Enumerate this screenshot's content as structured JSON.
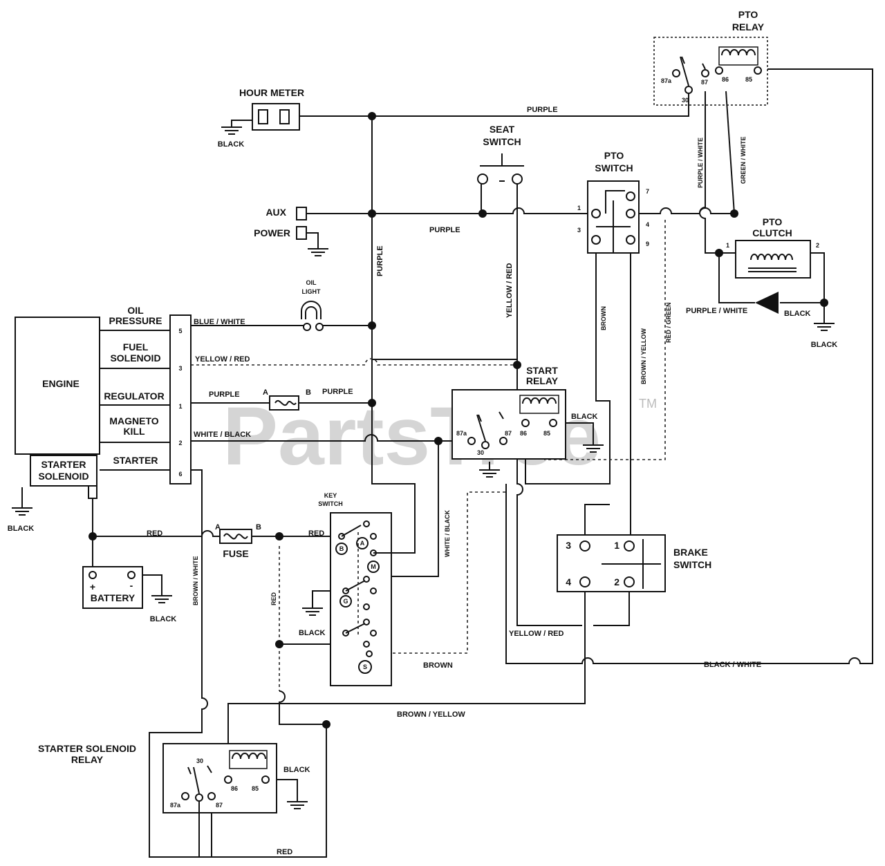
{
  "watermark": {
    "text": "PartsTree",
    "tm": "TM"
  },
  "components": {
    "hour_meter": "HOUR METER",
    "pto_relay": [
      "PTO",
      "RELAY"
    ],
    "seat_switch": [
      "SEAT",
      "SWITCH"
    ],
    "pto_switch": [
      "PTO",
      "SWITCH"
    ],
    "pto_clutch": [
      "PTO",
      "CLUTCH"
    ],
    "aux": "AUX",
    "power": "POWER",
    "oil_light": [
      "OIL",
      "LIGHT"
    ],
    "engine": "ENGINE",
    "starter_solenoid": [
      "STARTER",
      "SOLENOID"
    ],
    "start_relay": [
      "START",
      "RELAY"
    ],
    "key_switch": [
      "KEY",
      "SWITCH"
    ],
    "fuse": "FUSE",
    "battery": "BATTERY",
    "brake_switch": [
      "BRAKE",
      "SWITCH"
    ],
    "starter_solenoid_relay": [
      "STARTER SOLENOID",
      "RELAY"
    ]
  },
  "engine_terminals": [
    {
      "label": [
        "OIL",
        "PRESSURE"
      ],
      "pin": "5",
      "wire": "BLUE / WHITE"
    },
    {
      "label": [
        "FUEL",
        "SOLENOID"
      ],
      "pin": "3",
      "wire": "YELLOW / RED"
    },
    {
      "label": [
        "REGULATOR"
      ],
      "pin": "1",
      "wire": "PURPLE"
    },
    {
      "label": [
        "MAGNETO",
        "KILL"
      ],
      "pin": "2",
      "wire": "WHITE / BLACK"
    },
    {
      "label": [
        "STARTER"
      ],
      "pin": "6",
      "wire": ""
    }
  ],
  "relay_pins": {
    "p87a": "87a",
    "p87": "87",
    "p86": "86",
    "p85": "85",
    "p30": "30"
  },
  "pto_switch_pins": {
    "p1": "1",
    "p3": "3",
    "p4": "4",
    "p7": "7",
    "p9": "9"
  },
  "pto_clutch_pins": {
    "left": "1",
    "right": "2"
  },
  "brake_switch_pins": {
    "p1": "1",
    "p2": "2",
    "p3": "3",
    "p4": "4"
  },
  "key_switch_positions": {
    "b": "B",
    "a": "A",
    "m": "M",
    "g": "G",
    "s": "S"
  },
  "fuse_terminals": {
    "a": "A",
    "b": "B"
  },
  "battery_terminals": {
    "pos": "+",
    "neg": "-"
  },
  "wires": {
    "purple": "PURPLE",
    "purple_white": "PURPLE / WHITE",
    "green_white": "GREEN / WHITE",
    "black": "BLACK",
    "yellow_red": "YELLOW / RED",
    "brown": "BROWN",
    "brown_yellow": "BROWN / YELLOW",
    "red_green": "RED / GREEN",
    "red": "RED",
    "white_black": "WHITE / BLACK",
    "brown_white": "BROWN / WHITE",
    "black_white": "BLACK / WHITE"
  }
}
